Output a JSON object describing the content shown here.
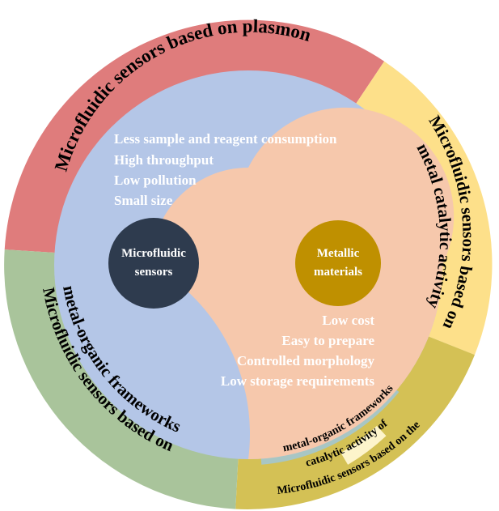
{
  "diagram": {
    "colors": {
      "plasmon": "#df7c7c",
      "catalytic": "#fde08a",
      "mof_catalytic": "#d4c155",
      "mof": "#a9c49b",
      "blue": "#b4c6e7",
      "peach": "#f6c8ac",
      "dark_circle": "#2e3b4e",
      "gold_circle": "#bf9000",
      "mof_highlight": "#a8c6c4",
      "catalytic_highlight": "#fdf4cb"
    },
    "ring": {
      "plasmon": "Microfluidic sensors based on plasmon",
      "catalytic_line1": "Microfluidic sensors based on",
      "catalytic_line2": "metal catalytic activity",
      "mof_line1": "Microfluidic sensors based on",
      "mof_line2": "metal-organic frameworks",
      "combo_line1": "Microfluidic sensors based on the",
      "combo_line2": "catalytic activity of",
      "combo_line3": "metal-organic frameworks"
    },
    "microfluidic": {
      "label_line1": "Microfluidic",
      "label_line2": "sensors",
      "advantages": [
        "Less sample and reagent consumption",
        "High throughput",
        "Low pollution",
        "Small size"
      ]
    },
    "metallic": {
      "label_line1": "Metallic",
      "label_line2": "materials",
      "advantages": [
        "Low cost",
        "Easy to prepare",
        "Controlled morphology",
        "Low storage requirements"
      ]
    }
  }
}
